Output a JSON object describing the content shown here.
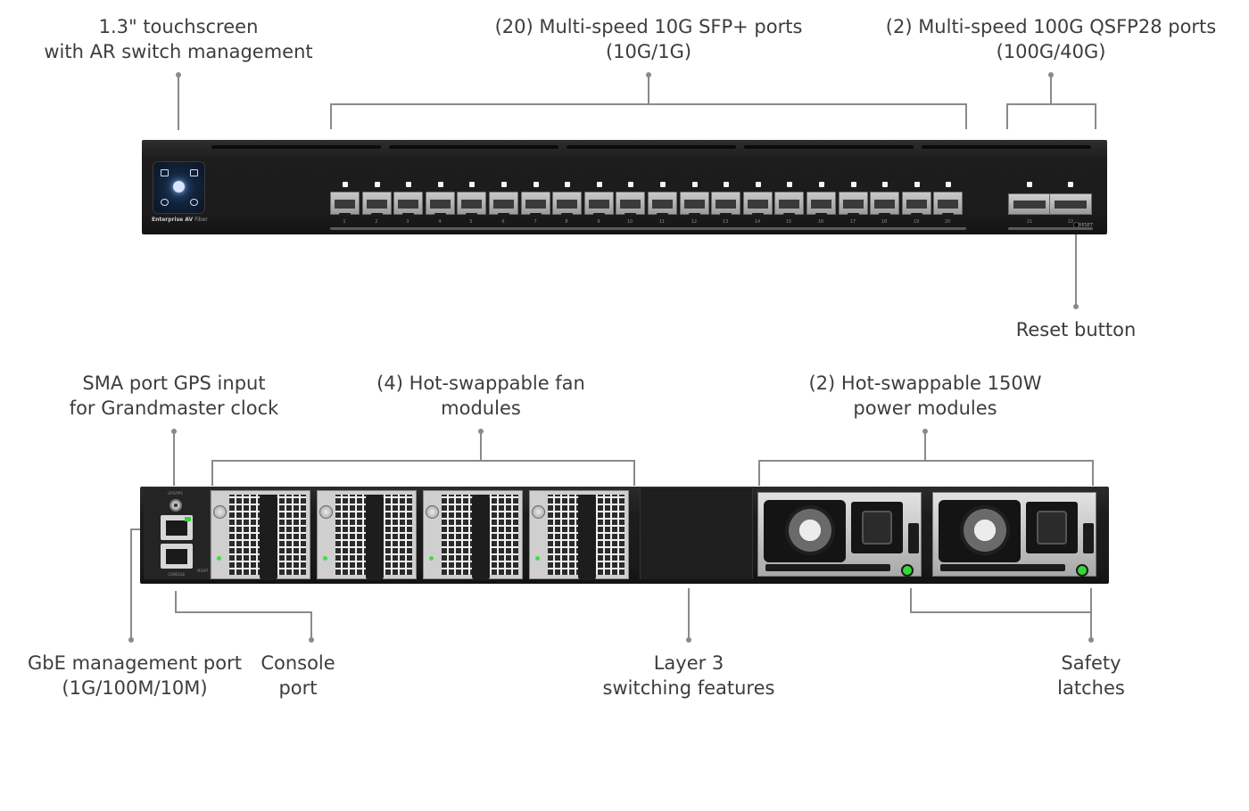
{
  "callouts": {
    "touchscreen": [
      "1.3\" touchscreen",
      "with AR switch management"
    ],
    "sfp_ports": [
      "(20) Multi-speed 10G SFP+ ports",
      "(10G/1G)"
    ],
    "qsfp_ports": [
      "(2) Multi-speed 100G QSFP28 ports",
      "(100G/40G)"
    ],
    "reset": [
      "Reset button"
    ],
    "sma": [
      "SMA port GPS input",
      "for Grandmaster clock"
    ],
    "fans": [
      "(4) Hot-swappable fan",
      "modules"
    ],
    "power": [
      "(2) Hot-swappable 150W",
      "power modules"
    ],
    "gbe": [
      "GbE management port",
      "(1G/100M/10M)"
    ],
    "console": [
      "Console",
      "port"
    ],
    "layer3": [
      "Layer 3",
      "switching features"
    ],
    "latches": [
      "Safety",
      "latches"
    ]
  },
  "front_panel": {
    "brand_bold": "Enterprise AV",
    "brand_light": " Fiber",
    "port_numbers": [
      "1",
      "2",
      "3",
      "4",
      "5",
      "6",
      "7",
      "8",
      "9",
      "10",
      "11",
      "12",
      "13",
      "14",
      "15",
      "16",
      "17",
      "18",
      "19",
      "20"
    ],
    "qsfp_numbers": [
      "21",
      "22"
    ],
    "reset_label": "RESET"
  },
  "rear_panel": {
    "gps_label": "GPS/PPS",
    "console_label": "CONSOLE",
    "mgmt_label": "MGMT"
  },
  "colors": {
    "leader_line": "#8a8a8a",
    "chassis": "#1c1c1c",
    "status_led": "#38d43a"
  }
}
